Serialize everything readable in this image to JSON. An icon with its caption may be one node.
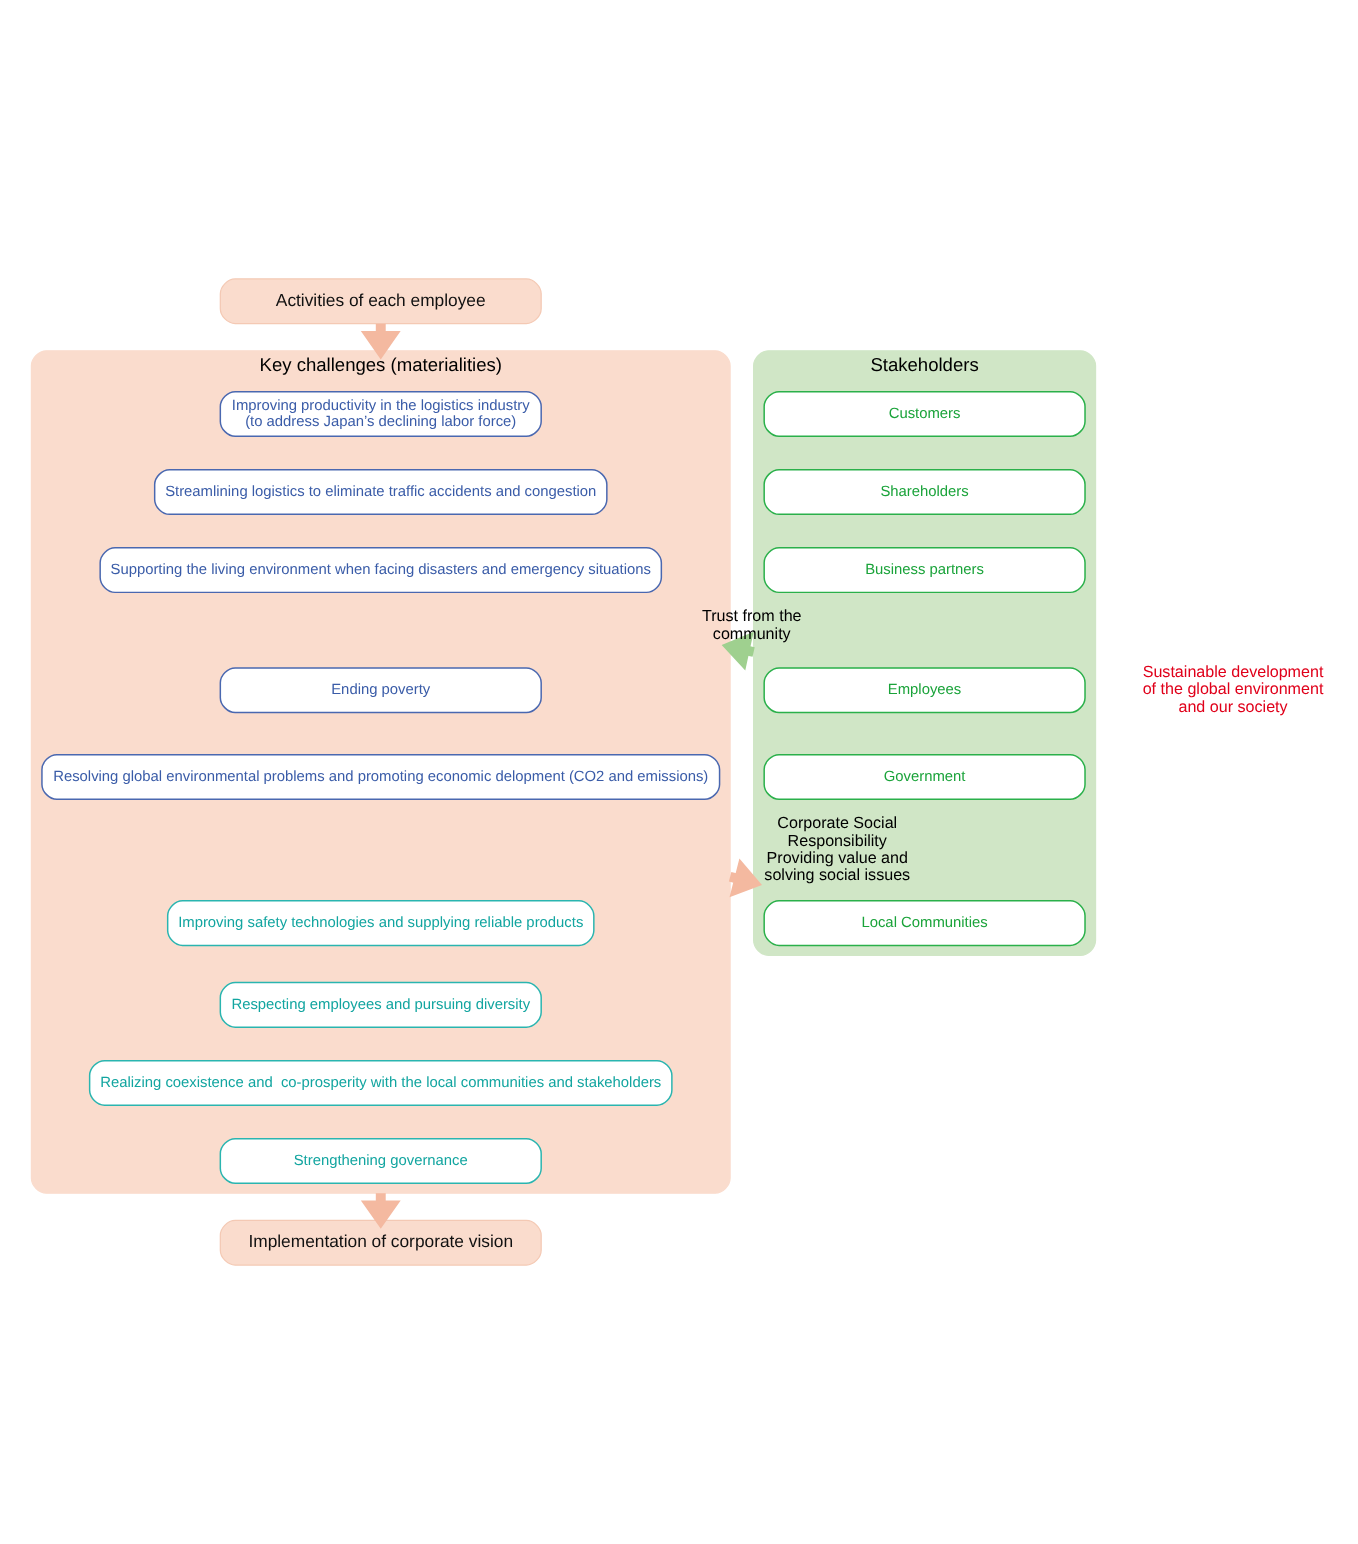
{
  "diagram": {
    "nodes": [
      {
        "text": [
          "Activities of each employee"
        ]
      },
      {
        "text": [
          "Key challenges (materialities)"
        ]
      },
      {
        "text": [
          "Improving productivity in the logistics industry",
          "(to address Japan’s declining labor force)"
        ],
        "in": 1
      },
      {
        "text": [
          "Streamlining logistics to eliminate traffic accidents and congestion"
        ],
        "in": 1
      },
      {
        "text": [
          "Supporting the living environment when facing disasters and emergency situations"
        ],
        "in": 1
      },
      {
        "text": [
          "Ending poverty"
        ],
        "in": 1
      },
      {
        "text": [
          "Resolving global environmental problems and promoting economic delopment (CO2 and emissions)"
        ],
        "in": 1
      },
      {
        "text": [
          "Improving safety technologies and supplying reliable products"
        ],
        "in": 1
      },
      {
        "text": [
          "Respecting employees and pursuing diversity"
        ],
        "in": 1
      },
      {
        "text": [
          "Realizing coexistence and  co-prosperity with the local communities and stakeholders"
        ],
        "in": 1
      },
      {
        "text": [
          "Strengthening governance"
        ],
        "in": 1
      },
      {
        "text": [
          "Stakeholders"
        ]
      },
      {
        "text": [
          "Customers"
        ],
        "in": 11
      },
      {
        "text": [
          "Shareholders"
        ],
        "in": 11
      },
      {
        "text": [
          "Business partners"
        ],
        "in": 11
      },
      {
        "text": [
          "Employees"
        ],
        "in": 11
      },
      {
        "text": [
          "Government"
        ],
        "in": 11
      },
      {
        "text": [
          "Local Communities"
        ],
        "in": 11
      },
      {
        "text": [
          "Implementation of corporate vision"
        ]
      }
    ],
    "edges": [
      {
        "from": 0,
        "to": 1,
        "arrow": "to"
      },
      {
        "from": 1,
        "to": 18,
        "arrow": "to"
      },
      {
        "from": 11,
        "to": 1,
        "arrow": "to",
        "label": "Trust from the community",
        "color": "#9fd08f"
      },
      {
        "from": 1,
        "to": 11,
        "arrow": "to",
        "label": "Corporate Social Responsibility Providing value and solving social issues"
      }
    ],
    "labels": [
      "Sustainable development of the global environment and our society"
    ]
  }
}
